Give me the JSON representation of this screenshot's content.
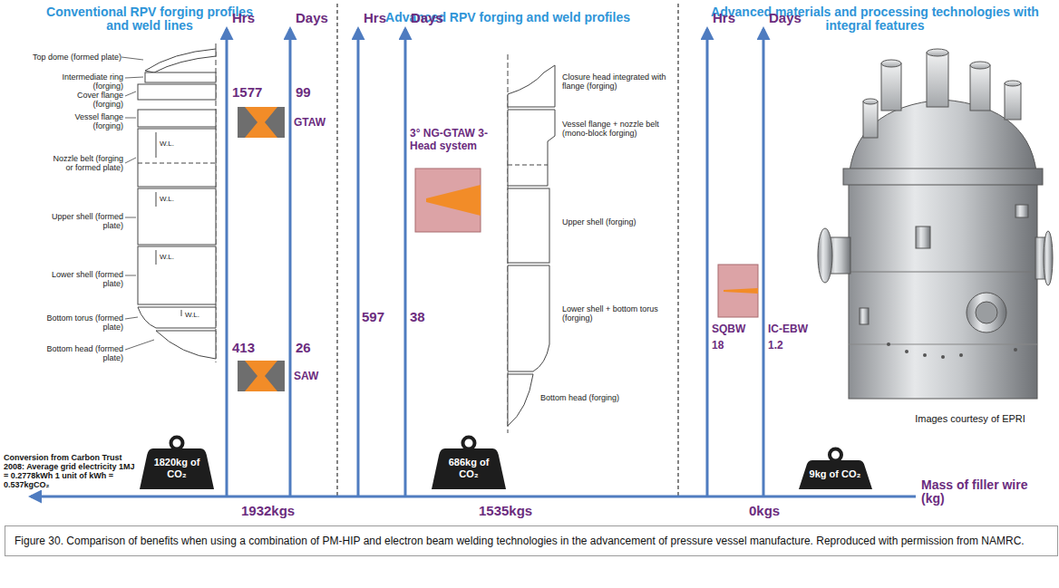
{
  "diagram": {
    "caption": "Figure 30. Comparison of benefits when using a combination of PM-HIP and electron beam welding technologies in the advancement of pressure vessel manufacture. Reproduced with permission from NAMRC.",
    "nodes": [
      {
        "text": [
          "1820kg of CO₂"
        ]
      },
      {
        "text": [
          "686kg of CO₂"
        ]
      },
      {
        "text": [
          "9kg of CO₂"
        ]
      }
    ],
    "labels": [
      "Conventional RPV forging profiles and weld lines",
      "Advanced RPV forging and weld profiles",
      "Advanced materials and processing technologies with integral features",
      "Top dome (formed plate)",
      "Intermediate ring (forging)",
      "Cover flange (forging)",
      "Vessel flange (forging)",
      "Nozzle belt (forging or formed plate)",
      "Upper shell (formed plate)",
      "Lower shell (formed plate)",
      "Bottom torus (formed plate)",
      "Bottom head (formed plate)",
      "W.L.",
      "W.L.",
      "W.L.",
      "W.L.",
      "Hrs",
      "Days",
      "1577",
      "99",
      "GTAW",
      "413",
      "26",
      "SAW",
      "Conversion from Carbon Trust 2008: Average grid electricity 1MJ = 0.2778kWh 1 unit of kWh = 0.537kgCO₂",
      "1932kgs",
      "Hrs",
      "Days",
      "Closure head integrated with flange (forging)",
      "Vessel flange + nozzle belt (mono-block forging)",
      "Upper shell (forging)",
      "Lower shell + bottom torus (forging)",
      "Bottom head (forging)",
      "3° NG-GTAW 3-Head system",
      "597",
      "38",
      "1535kgs",
      "Hrs",
      "Days",
      "SQBW",
      "18",
      "IC-EBW",
      "1.2",
      "Images courtesy of EPRI",
      "0kgs",
      "Mass of filler wire (kg)"
    ]
  }
}
